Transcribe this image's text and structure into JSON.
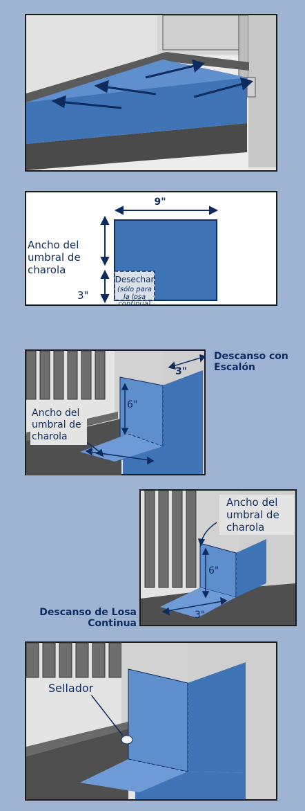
{
  "panel2": {
    "dim_top": "9\"",
    "width_label": [
      "Ancho del",
      "umbral de",
      "charola"
    ],
    "dim_left": "3\"",
    "discard_title": "Desechar",
    "discard_note": [
      "(sólo para",
      "la losa",
      "continua)"
    ]
  },
  "panel3": {
    "title": [
      "Descanso con",
      "Escalón"
    ],
    "dim_side": "3\"",
    "dim_height": "6\"",
    "width_label": [
      "Ancho del",
      "umbral de",
      "charola"
    ]
  },
  "panel4": {
    "title": [
      "Descanso de Losa",
      "Continua"
    ],
    "width_label": [
      "Ancho del",
      "umbral de",
      "charola"
    ],
    "dim_height": "6\"",
    "dim_bottom": "3\""
  },
  "panel5": {
    "sealer_label": "Sellador"
  },
  "colors": {
    "background": "#9fb3d3",
    "membrane": "#3f74b7",
    "membrane_light": "#8cafe0",
    "navy": "#0d2b5e"
  }
}
